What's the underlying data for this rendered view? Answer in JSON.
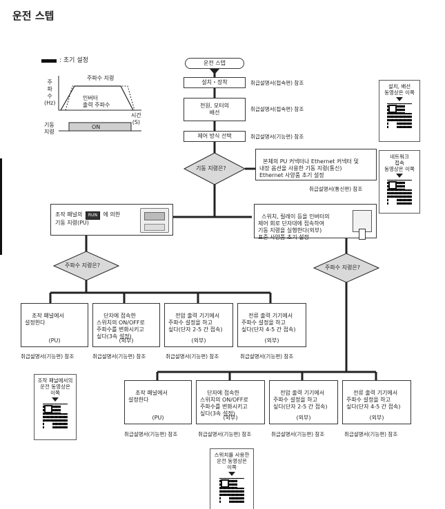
{
  "page_title": "운전 스텝",
  "legend": {
    "initial_setting": ": 초기 설정",
    "freq_command": "주파수 지령",
    "inverter_output_freq": "인버터\n출력 주파수",
    "axis_y": "주\n파\n수\n(Hz)",
    "axis_x": "시간\n(S)",
    "start_command": "기동\n지령",
    "on": "ON"
  },
  "flow": {
    "start": "운전 스텝",
    "install": "설치・장착",
    "power_motor": "전원, 모터의\n배선",
    "control_select": "제어 방식 선택",
    "start_cmd_q": "기동 지령은?",
    "pu_box_prefix": "조작 패널의",
    "run_key": "RUN",
    "pu_box_suffix": "에 의한\n기동 지령(PU)",
    "network_box": "본체의 PU 커넥터나 Ethernet 커넥터 및\n내장 옵션을 사용한 기동 지령(통신)\nEthernet 사양품 초기 설정",
    "external_box": "스위치, 릴레이 등을 인버터의\n제어 회로 단자대에 접속하여\n기동 지령을 실행한다(외부)\n표준 사양품 초기 설정",
    "freq_q_left": "주파수 지령은?",
    "freq_q_right": "주파수 지령은?"
  },
  "refs": {
    "install_ref": "취급설명서(접속편) 참조",
    "power_ref": "취급설명서(접속편) 참조",
    "control_ref": "취급설명서(기능편) 참조",
    "comm_ref": "취급설명서(통신편) 참조"
  },
  "left_options": [
    {
      "text": "조작 패널에서\n설정한다",
      "tag": "(PU)",
      "ref": "취급설명서(기능편) 참조"
    },
    {
      "text": "단자에 접속한\n스위치의 ON/OFF로\n주파수를 변화시키고\n싶다(3속 설정)",
      "tag": "(외부)",
      "ref": "취급설명서(기능편) 참조"
    },
    {
      "text": "전압 출력 기기에서\n주파수 설정을 하고\n싶다(단자 2-5 간 접속)",
      "tag": "(외부)",
      "ref": "취급설명서(기능편) 참조"
    },
    {
      "text": "전류 출력 기기에서\n주파수 설정을 하고\n싶다(단자 4-5 간 접속)",
      "tag": "(외부)",
      "ref": "취급설명서(기능편) 참조"
    }
  ],
  "right_options": [
    {
      "text": "조작 패널에서\n설정한다",
      "tag": "(PU)",
      "ref": "취급설명서(기능편) 참조"
    },
    {
      "text": "단자에 접속한\n스위치의 ON/OFF로\n주파수를 변화시키고\n싶다(3속 설정)",
      "tag": "(외부)",
      "ref": "취급설명서(기능편) 참조"
    },
    {
      "text": "전압 출력 기기에서\n주파수 설정을 하고\n싶다(단자 2-5 간 접속)",
      "tag": "(외부)",
      "ref": "취급설명서(기능편) 참조"
    },
    {
      "text": "전류 출력 기기에서\n주파수 설정을 하고\n싶다(단자 4-5 간 접속)",
      "tag": "(외부)",
      "ref": "취급설명서(기능편) 참조"
    }
  ],
  "qr_panels": {
    "wiring": "설치, 배선\n동영상은 이쪽",
    "network": "네트워크\n접속\n동영상은 이쪽",
    "panel": "조작 패널에서의\n운전 동영상은\n이쪽",
    "switch": "스위치를 사용한\n운전 동영상은\n이쪽"
  }
}
